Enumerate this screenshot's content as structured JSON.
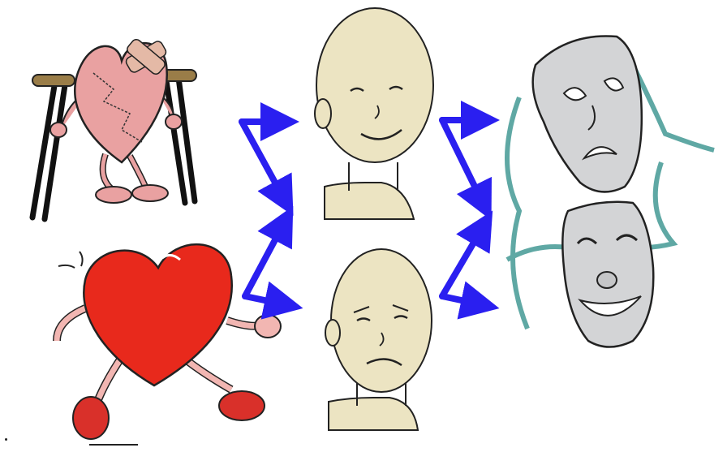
{
  "diagram": {
    "nodes": [
      {
        "id": "injured-heart",
        "icon": "heart-on-crutches-icon"
      },
      {
        "id": "running-heart",
        "icon": "running-heart-icon"
      },
      {
        "id": "happy-face",
        "icon": "smiling-face-icon"
      },
      {
        "id": "sad-face",
        "icon": "sad-face-icon"
      },
      {
        "id": "theater-masks",
        "icon": "comedy-tragedy-masks-icon"
      }
    ],
    "edges": [
      {
        "from": "injured-heart",
        "to": "happy-face"
      },
      {
        "from": "injured-heart",
        "to": "sad-face"
      },
      {
        "from": "running-heart",
        "to": "happy-face"
      },
      {
        "from": "running-heart",
        "to": "sad-face"
      },
      {
        "from": "happy-face",
        "to": "theater-masks"
      },
      {
        "from": "sad-face",
        "to": "theater-masks"
      }
    ],
    "colors": {
      "arrow": "#2a1ff0",
      "heart_pink": "#e9a1a1",
      "heart_red": "#e8291c",
      "skin": "#ece4c2",
      "mask_gray": "#d3d4d6",
      "ribbon": "#5fa8a4"
    }
  }
}
